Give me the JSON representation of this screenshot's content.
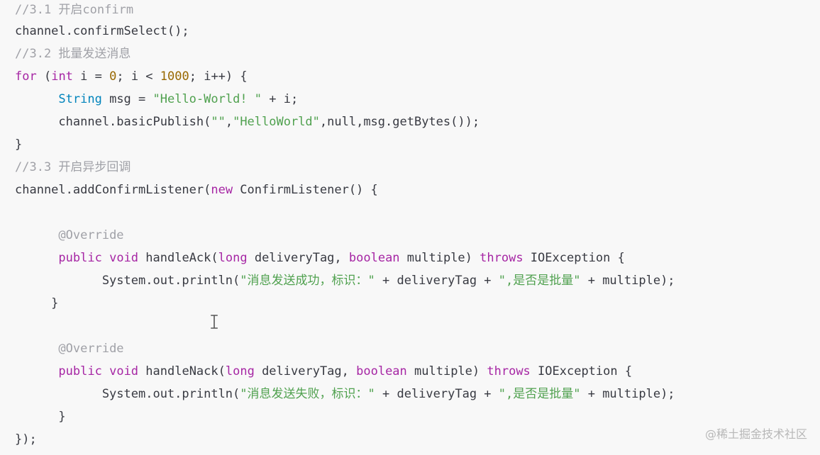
{
  "code": {
    "lines": [
      [
        {
          "t": "//3.1 开启confirm",
          "c": "comment"
        }
      ],
      [
        {
          "t": "channel.confirmSelect();",
          "c": "plain"
        }
      ],
      [
        {
          "t": "//3.2 批量发送消息",
          "c": "comment"
        }
      ],
      [
        {
          "t": "for",
          "c": "keyword"
        },
        {
          "t": " (",
          "c": "punct"
        },
        {
          "t": "int",
          "c": "keyword"
        },
        {
          "t": " i = ",
          "c": "plain"
        },
        {
          "t": "0",
          "c": "number"
        },
        {
          "t": "; i < ",
          "c": "plain"
        },
        {
          "t": "1000",
          "c": "number"
        },
        {
          "t": "; i++) {",
          "c": "plain"
        }
      ],
      [
        {
          "t": "      ",
          "c": "plain"
        },
        {
          "t": "String",
          "c": "type"
        },
        {
          "t": " msg = ",
          "c": "plain"
        },
        {
          "t": "\"Hello-World! \"",
          "c": "string"
        },
        {
          "t": " + i;",
          "c": "plain"
        }
      ],
      [
        {
          "t": "      channel.basicPublish(",
          "c": "plain"
        },
        {
          "t": "\"\"",
          "c": "string"
        },
        {
          "t": ",",
          "c": "plain"
        },
        {
          "t": "\"HelloWorld\"",
          "c": "string"
        },
        {
          "t": ",null,msg.getBytes());",
          "c": "plain"
        }
      ],
      [
        {
          "t": "}",
          "c": "plain"
        }
      ],
      [
        {
          "t": "//3.3 开启异步回调",
          "c": "comment"
        }
      ],
      [
        {
          "t": "channel.addConfirmListener(",
          "c": "plain"
        },
        {
          "t": "new",
          "c": "keyword"
        },
        {
          "t": " ConfirmListener() {",
          "c": "plain"
        }
      ],
      [
        {
          "t": "",
          "c": "plain"
        }
      ],
      [
        {
          "t": "      ",
          "c": "plain"
        },
        {
          "t": "@Override",
          "c": "annotation"
        }
      ],
      [
        {
          "t": "      ",
          "c": "plain"
        },
        {
          "t": "public",
          "c": "keyword"
        },
        {
          "t": " ",
          "c": "plain"
        },
        {
          "t": "void",
          "c": "keyword"
        },
        {
          "t": " handleAck(",
          "c": "plain"
        },
        {
          "t": "long",
          "c": "keyword"
        },
        {
          "t": " deliveryTag, ",
          "c": "plain"
        },
        {
          "t": "boolean",
          "c": "keyword"
        },
        {
          "t": " multiple) ",
          "c": "plain"
        },
        {
          "t": "throws",
          "c": "keyword"
        },
        {
          "t": " IOException {",
          "c": "plain"
        }
      ],
      [
        {
          "t": "            System.out.println(",
          "c": "plain"
        },
        {
          "t": "\"消息发送成功，标识：\"",
          "c": "string"
        },
        {
          "t": " + deliveryTag + ",
          "c": "plain"
        },
        {
          "t": "\",是否是批量\"",
          "c": "string"
        },
        {
          "t": " + multiple);",
          "c": "plain"
        }
      ],
      [
        {
          "t": "     }",
          "c": "plain"
        }
      ],
      [
        {
          "t": "",
          "c": "plain"
        }
      ],
      [
        {
          "t": "      ",
          "c": "plain"
        },
        {
          "t": "@Override",
          "c": "annotation"
        }
      ],
      [
        {
          "t": "      ",
          "c": "plain"
        },
        {
          "t": "public",
          "c": "keyword"
        },
        {
          "t": " ",
          "c": "plain"
        },
        {
          "t": "void",
          "c": "keyword"
        },
        {
          "t": " handleNack(",
          "c": "plain"
        },
        {
          "t": "long",
          "c": "keyword"
        },
        {
          "t": " deliveryTag, ",
          "c": "plain"
        },
        {
          "t": "boolean",
          "c": "keyword"
        },
        {
          "t": " multiple) ",
          "c": "plain"
        },
        {
          "t": "throws",
          "c": "keyword"
        },
        {
          "t": " IOException {",
          "c": "plain"
        }
      ],
      [
        {
          "t": "            System.out.println(",
          "c": "plain"
        },
        {
          "t": "\"消息发送失败，标识：\"",
          "c": "string"
        },
        {
          "t": " + deliveryTag + ",
          "c": "plain"
        },
        {
          "t": "\",是否是批量\"",
          "c": "string"
        },
        {
          "t": " + multiple);",
          "c": "plain"
        }
      ],
      [
        {
          "t": "      }",
          "c": "plain"
        }
      ],
      [
        {
          "t": "});",
          "c": "plain"
        }
      ]
    ]
  },
  "watermark": {
    "text": "@稀土掘金技术社区"
  },
  "icons": {
    "cursor": "text-cursor-icon"
  },
  "colors": {
    "background": "#f8f8f8",
    "comment": "#a0a1a7",
    "keyword": "#a626a4",
    "type": "#0184bc",
    "string": "#50a14f",
    "number": "#986801",
    "plain": "#383a42"
  }
}
